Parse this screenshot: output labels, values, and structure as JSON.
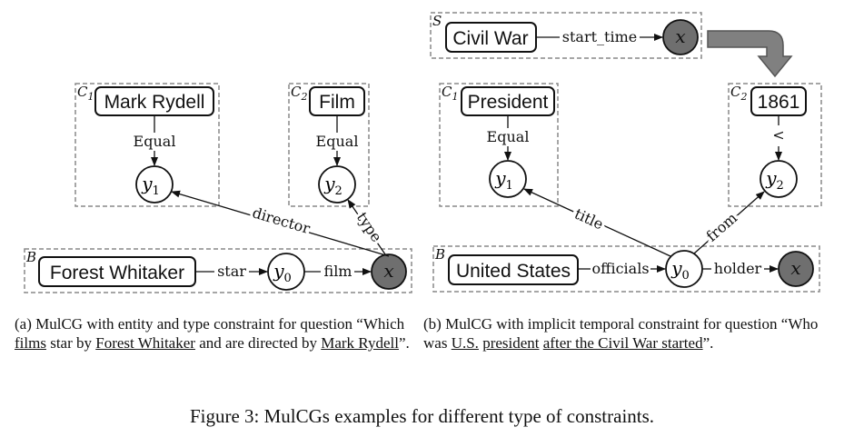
{
  "diagram_a": {
    "groups": {
      "c1": "C",
      "c1_sub": "1",
      "c2": "C",
      "c2_sub": "2",
      "b": "B"
    },
    "nodes": {
      "mark_rydell": "Mark Rydell",
      "film": "Film",
      "forest_whitaker": "Forest Whitaker",
      "y1": "y",
      "y1_sub": "1",
      "y2": "y",
      "y2_sub": "2",
      "y0": "y",
      "y0_sub": "0",
      "x": "x"
    },
    "edges": {
      "equal_1": "Equal",
      "equal_2": "Equal",
      "star": "star",
      "film": "film",
      "director": "director",
      "type": "type"
    }
  },
  "diagram_b": {
    "groups": {
      "s": "S",
      "c1": "C",
      "c1_sub": "1",
      "c2": "C",
      "c2_sub": "2",
      "b": "B"
    },
    "nodes": {
      "civil_war": "Civil War",
      "president": "President",
      "year": "1861",
      "united_states": "United States",
      "x_top": "x",
      "y1": "y",
      "y1_sub": "1",
      "y2": "y",
      "y2_sub": "2",
      "y0": "y",
      "y0_sub": "0",
      "x": "x"
    },
    "edges": {
      "start_time": "start_time",
      "equal": "Equal",
      "less_than": "<",
      "title": "title",
      "from": "from",
      "officials": "officials",
      "holder": "holder"
    }
  },
  "captions": {
    "a": {
      "prefix": "(a) MulCG with entity and type constraint for question “Which ",
      "u1": "films",
      "t1": " star by ",
      "u2": "Forest Whitaker",
      "t2": " and are directed by ",
      "u3": "Mark Rydell",
      "suffix": "”."
    },
    "b": {
      "prefix": "(b) MulCG with implicit temporal constraint for question “Who was ",
      "u1": "U.S.",
      "t1": " ",
      "u2": "president",
      "t2": " ",
      "u3": "after the Civil War started",
      "suffix": "”."
    },
    "figure": "Figure 3: MulCGs examples for different type of constraints."
  },
  "colors": {
    "dark_node": "#6f6f6f",
    "arrow_gray": "#808080",
    "dash_border": "#888888"
  }
}
